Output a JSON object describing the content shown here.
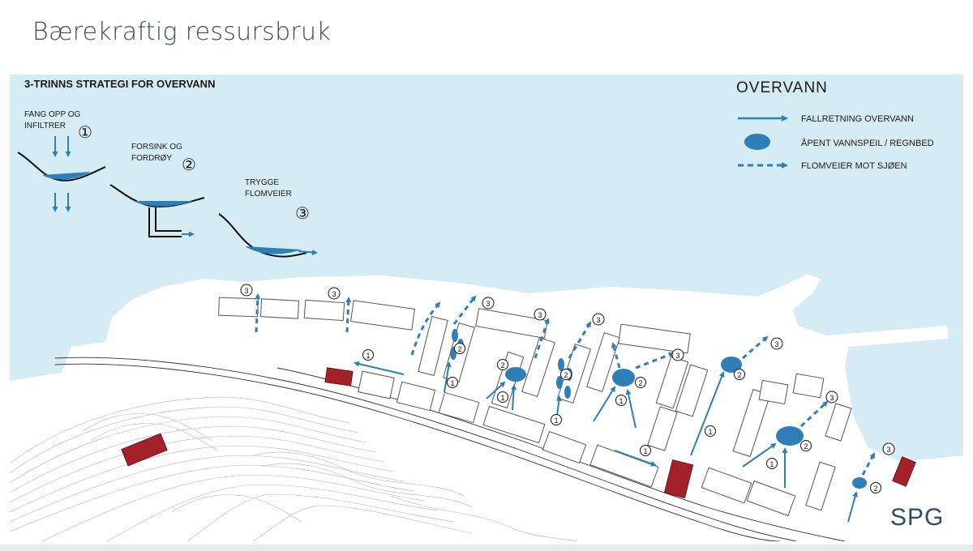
{
  "page": {
    "title": "Bærekraftig ressursbruk"
  },
  "strategy": {
    "heading": "3-TRINNS STRATEGI FOR OVERVANN",
    "step1": {
      "line1": "FANG OPP OG",
      "line2": "INFILTRER",
      "number": "①"
    },
    "step2": {
      "line1": "FORSINK OG",
      "line2": "FORDRØY",
      "number": "②"
    },
    "step3": {
      "line1": "TRYGGE",
      "line2": "FLOMVEIER",
      "number": "③"
    }
  },
  "legend": {
    "title": "OVERVANN",
    "items": [
      {
        "label": "FALLRETNING OVERVANN",
        "symbol": "arrow"
      },
      {
        "label": "ÅPENT VANNSPEIL / REGNBED",
        "symbol": "ellipse"
      },
      {
        "label": "FLOMVEIER MOT SJØEN",
        "symbol": "dashed-arrow"
      }
    ]
  },
  "markers": {
    "one": "1",
    "two": "2",
    "three": "3"
  },
  "logo": {
    "text": "SPG"
  },
  "colors": {
    "sea": "#d5ecf5",
    "water_blue": "#2e7fb8",
    "building_red": "#a3222a",
    "ink": "#1a1a1a",
    "title": "#3d4a5c"
  }
}
